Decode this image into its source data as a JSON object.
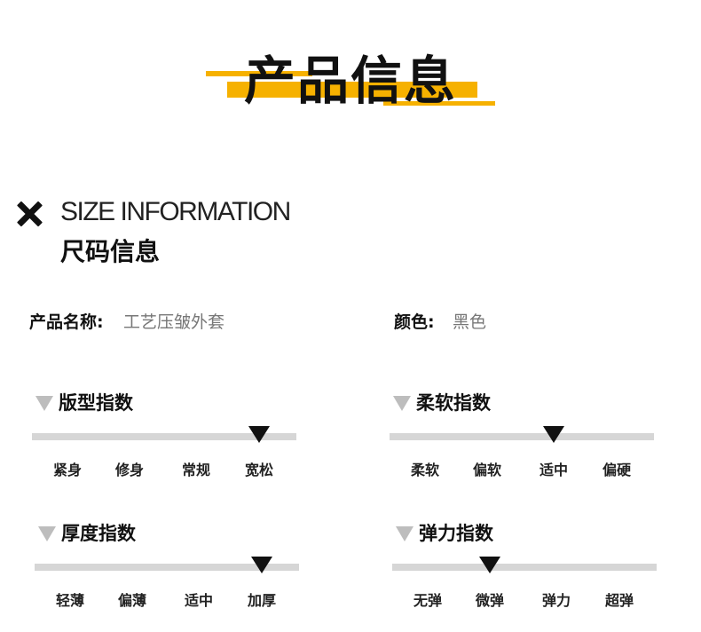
{
  "header": {
    "title": "产品信息",
    "accent_color": "#f6b100"
  },
  "size_section": {
    "icon": "x-icon",
    "title_en": "SIZE INFORMATION",
    "title_cn": "尺码信息"
  },
  "product": {
    "name_label": "产品名称:",
    "name_value": "工艺压皱外套",
    "color_label": "颜色:",
    "color_value": "黑色"
  },
  "indicators": [
    {
      "title": "版型指数",
      "options": [
        "紧身",
        "修身",
        "常规",
        "宽松"
      ],
      "selected_index": 3
    },
    {
      "title": "柔软指数",
      "options": [
        "柔软",
        "偏软",
        "适中",
        "偏硬"
      ],
      "selected_index": 2
    },
    {
      "title": "厚度指数",
      "options": [
        "轻薄",
        "偏薄",
        "适中",
        "加厚"
      ],
      "selected_index": 3
    },
    {
      "title": "弹力指数",
      "options": [
        "无弹",
        "微弹",
        "弹力",
        "超弹"
      ],
      "selected_index": 1
    }
  ]
}
